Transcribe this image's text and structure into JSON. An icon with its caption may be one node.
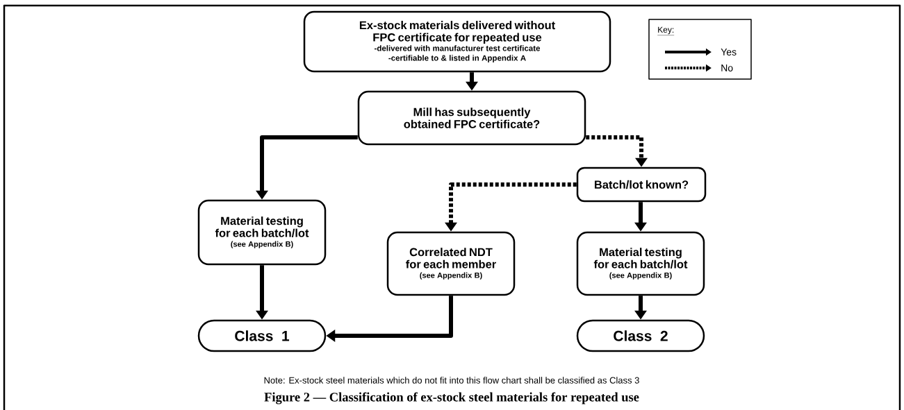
{
  "diagram": {
    "caption": "Figure 2 — Classification of ex-stock steel materials for repeated use",
    "nodes": [
      {
        "text": [
          "Ex-stock materials delivered without FPC certificate for repeated use",
          "-delivered with manufacturer test certificate",
          "-certifiable to & listed in Appendix A"
        ]
      },
      {
        "text": [
          "Mill has subsequently obtained FPC certificate?"
        ]
      },
      {
        "text": [
          "Batch/lot known?"
        ]
      },
      {
        "text": [
          "Material testing for each batch/lot",
          "(see Appendix B)"
        ]
      },
      {
        "text": [
          "Correlated NDT for each member",
          "(see Appendix B)"
        ]
      },
      {
        "text": [
          "Material testing for each batch/lot",
          "(see Appendix B)"
        ]
      },
      {
        "text": [
          "Class 1"
        ]
      },
      {
        "text": [
          "Class 2"
        ]
      }
    ],
    "edges": [
      {
        "from": 0,
        "to": 1,
        "arrow": "to"
      },
      {
        "from": 1,
        "to": 3,
        "arrow": "to"
      },
      {
        "from": 1,
        "to": 2,
        "arrow": "to",
        "style": "dashed"
      },
      {
        "from": 2,
        "to": 4,
        "arrow": "to",
        "style": "dashed"
      },
      {
        "from": 2,
        "to": 5,
        "arrow": "to"
      },
      {
        "from": 3,
        "to": 6,
        "arrow": "to"
      },
      {
        "from": 4,
        "to": 6,
        "arrow": "to"
      },
      {
        "from": 5,
        "to": 7,
        "arrow": "to"
      }
    ],
    "labels": [
      "Key:",
      "Note: Ex-stock steel materials which do not fit into this flow chart shall be classified as Class 3"
    ],
    "legend": [
      {
        "text": "Yes"
      },
      {
        "text": "No"
      }
    ]
  }
}
